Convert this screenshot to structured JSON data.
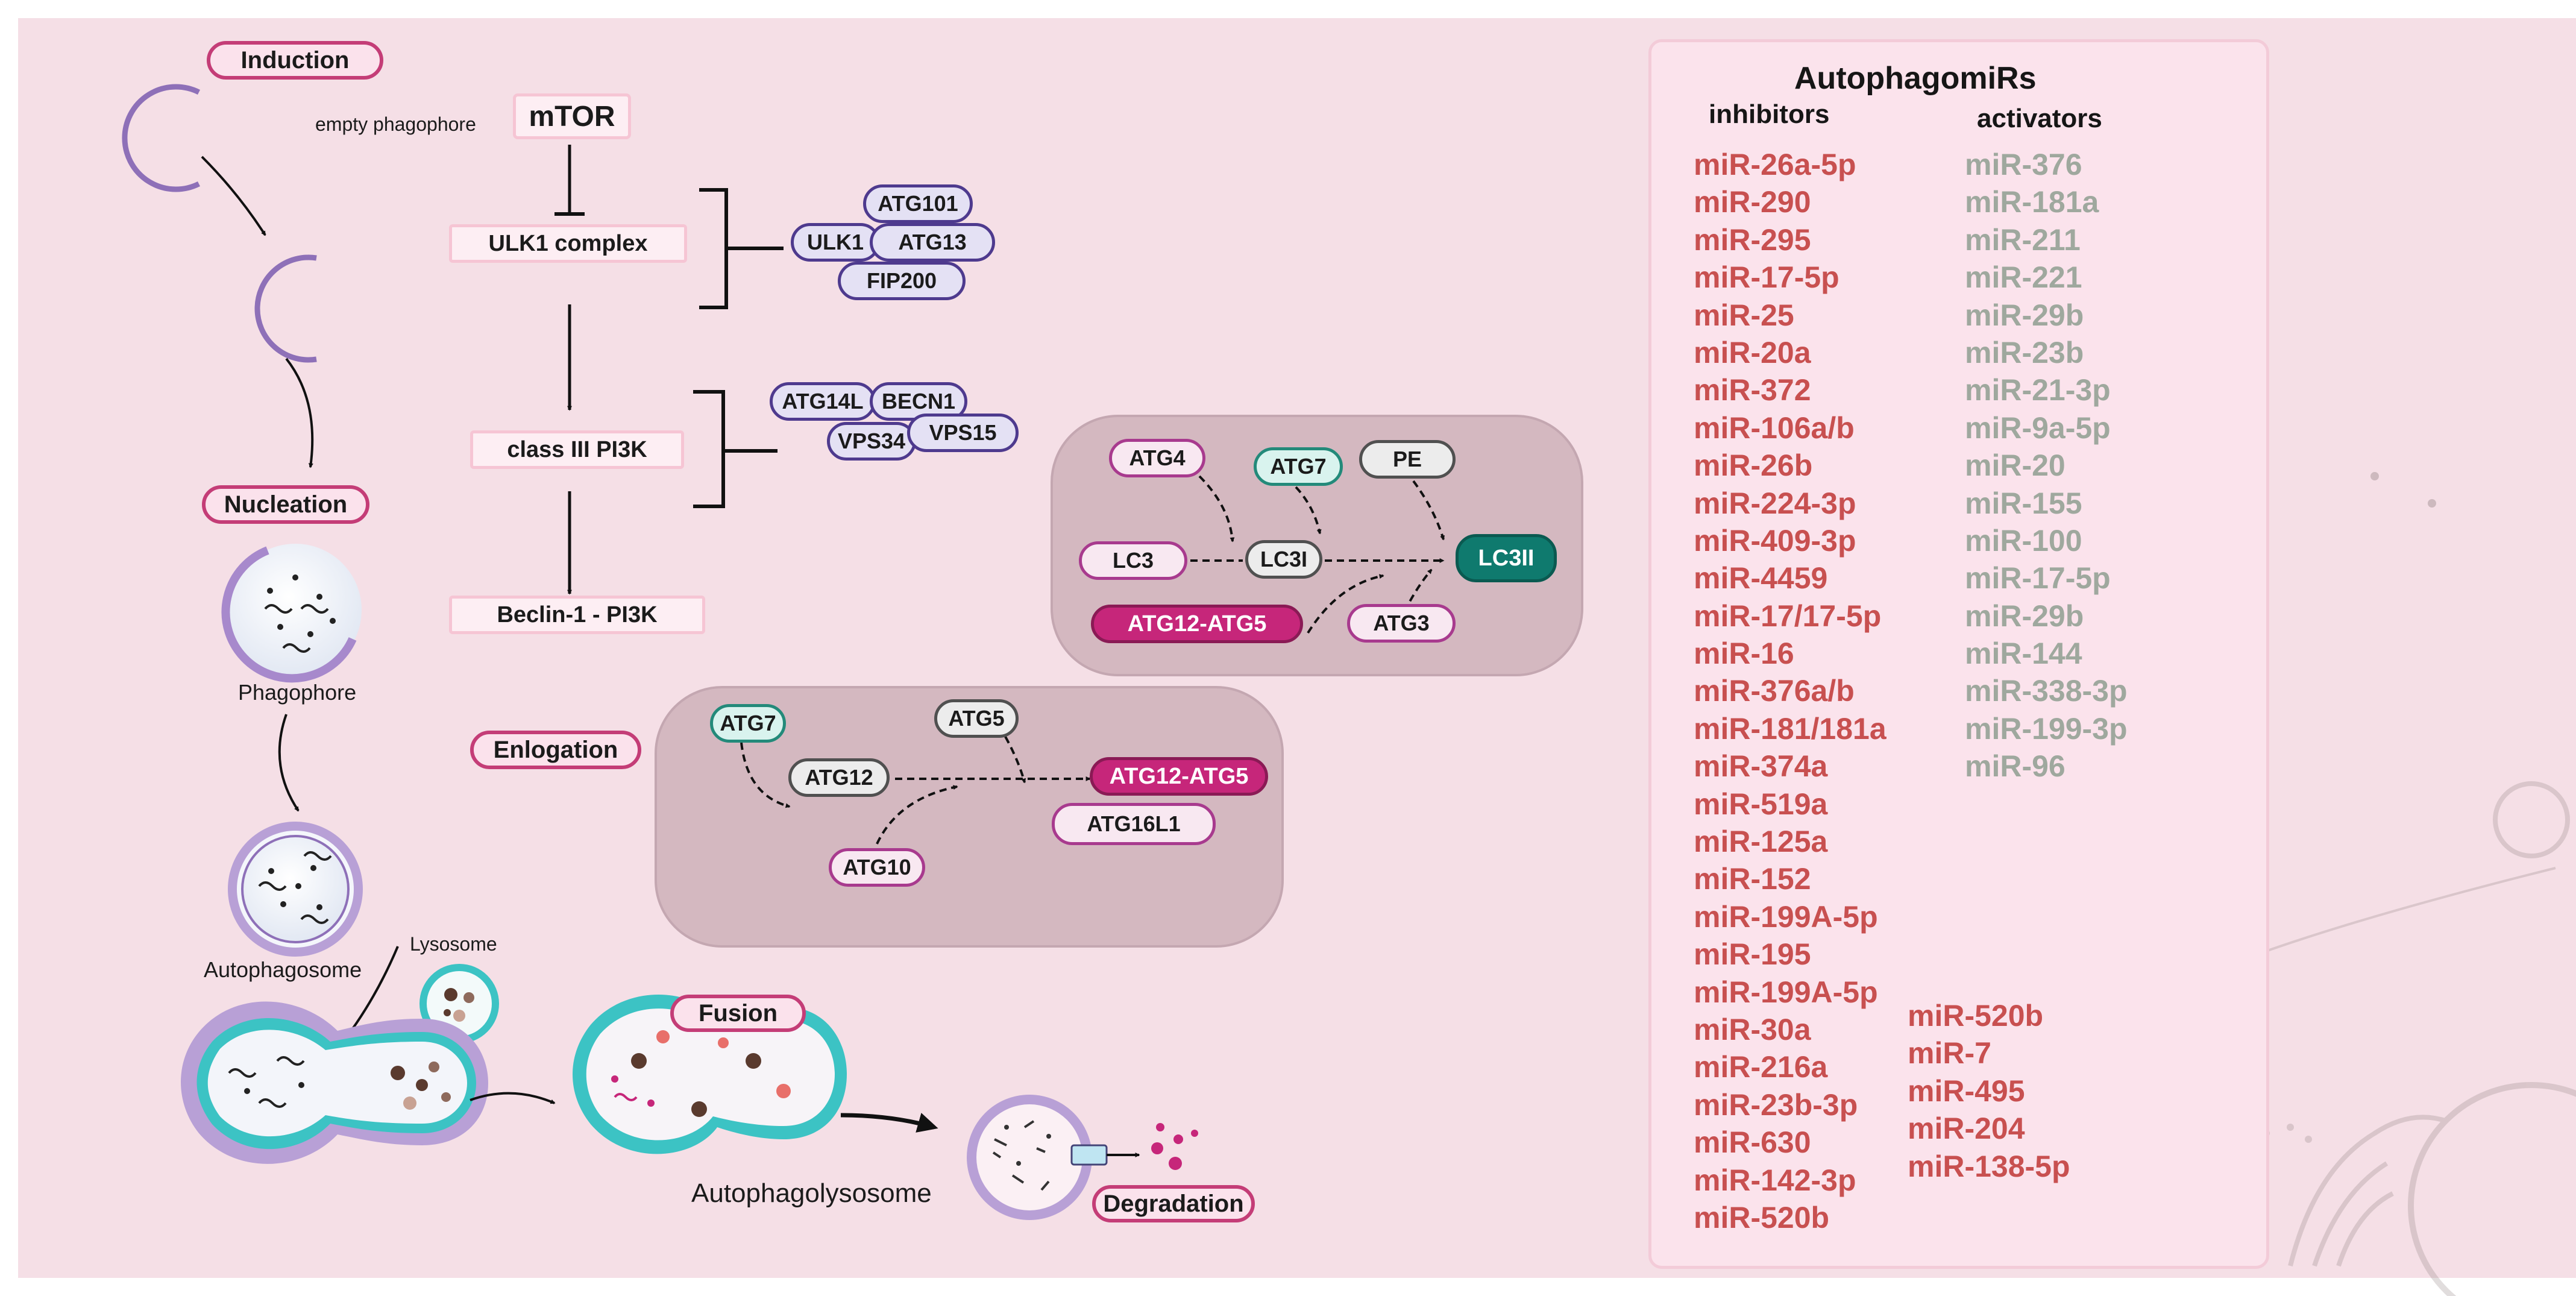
{
  "stages": {
    "induction": "Induction",
    "nucleation": "Nucleation",
    "enlogation": "Enlogation",
    "fusion": "Fusion",
    "degradation": "Degradation"
  },
  "structures": {
    "empty_phagophore": "empty phagophore",
    "phagophore": "Phagophore",
    "autophagosome": "Autophagosome",
    "lysosome": "Lysosome",
    "autophagolysosome": "Autophagolysosome"
  },
  "pathway": {
    "mtor": "mTOR",
    "ulk1_complex": "ULK1 complex",
    "class3_pi3k": "class III PI3K",
    "beclin_pi3k": "Beclin-1 - PI3K"
  },
  "ulk1_members": {
    "atg101": "ATG101",
    "ulk1": "ULK1",
    "atg13": "ATG13",
    "fip200": "FIP200"
  },
  "pi3k_members": {
    "atg14l": "ATG14L",
    "becn1": "BECN1",
    "vps34": "VPS34",
    "vps15": "VPS15"
  },
  "lc3_system": {
    "atg4": "ATG4",
    "atg7": "ATG7",
    "pe": "PE",
    "lc3": "LC3",
    "lc3i": "LC3I",
    "lc3ii": "LC3II",
    "atg12_atg5": "ATG12-ATG5",
    "atg3": "ATG3"
  },
  "atg12_system": {
    "atg7": "ATG7",
    "atg5": "ATG5",
    "atg12": "ATG12",
    "atg12_atg5": "ATG12-ATG5",
    "atg16l1": "ATG16L1",
    "atg10": "ATG10"
  },
  "mirs": {
    "title": "AutophagomiRs",
    "inhibitors_label": "inhibitors",
    "activators_label": "activators",
    "inhibitors": [
      "miR-26a-5p",
      "miR-290",
      "miR-295",
      "miR-17-5p",
      "miR-25",
      "miR-20a",
      "miR-372",
      "miR-106a/b",
      "miR-26b",
      "miR-224-3p",
      "miR-409-3p",
      "miR-4459",
      "miR-17/17-5p",
      "miR-16",
      "miR-376a/b",
      "miR-181/181a",
      "miR-374a",
      "miR-519a",
      "miR-125a",
      "miR-152",
      "miR-199A-5p",
      "miR-195",
      "miR-199A-5p",
      "miR-30a",
      "miR-216a",
      "miR-23b-3p",
      "miR-630",
      "miR-142-3p",
      "miR-520b"
    ],
    "inhibitors_extra": [
      "miR-520b",
      "miR-7",
      "miR-495",
      "miR-204",
      "miR-138-5p"
    ],
    "activators": [
      "miR-376",
      "miR-181a",
      "miR-211",
      "miR-221",
      "miR-29b",
      "miR-23b",
      "miR-21-3p",
      "miR-9a-5p",
      "miR-20",
      "miR-155",
      "miR-100",
      "miR-17-5p",
      "miR-29b",
      "miR-144",
      "miR-338-3p",
      "miR-199-3p",
      "miR-96"
    ]
  },
  "colors": {
    "background": "#f5dfe6",
    "stage_border": "#c43d77",
    "inhibitor": "#c85050",
    "activator": "#9fa89e",
    "teal": "#0f7a6e",
    "magenta": "#c6267a",
    "reaction_box": "#d4b8c0"
  }
}
